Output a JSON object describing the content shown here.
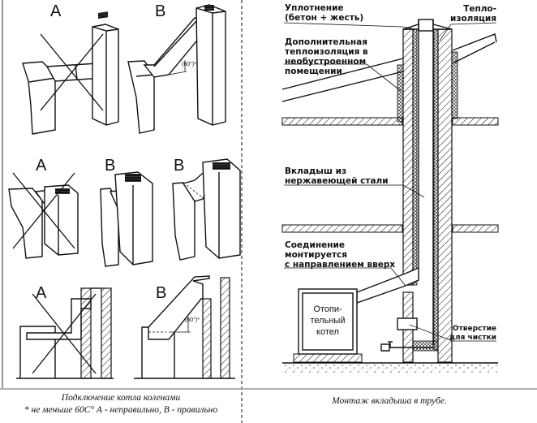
{
  "left_panel": {
    "row1": {
      "label_a": "A",
      "label_b": "B",
      "angle_b": "(60°)*"
    },
    "row2": {
      "label_a": "A",
      "label_b1": "B",
      "label_b2": "B"
    },
    "row3": {
      "label_a": "A",
      "label_b": "B",
      "angle_b": "(60°)*"
    },
    "caption_line1": "Подключение котла коленами",
    "caption_line2": "* не меньше 60С° А - неправильно,  В - правильно"
  },
  "right_panel": {
    "labels": {
      "seal_line1": "Уплотнение",
      "seal_line2": "(бетон + жесть)",
      "insulation_line1": "Тепло-",
      "insulation_line2": "изоляция",
      "extra_insulation_line1": "Дополнительная",
      "extra_insulation_line2": "теплоизоляция в",
      "extra_insulation_line3": "необустроенном",
      "extra_insulation_line4": "помещении",
      "liner_line1": "Вкладыш из",
      "liner_line2": "нержавеющей стали",
      "joint_line1": "Соединение",
      "joint_line2": "монтируется",
      "joint_line3": "с направлением вверх",
      "cleanout_line1": "Отверстие",
      "cleanout_line2": "для чистки",
      "boiler_line1": "Отопи-",
      "boiler_line2": "тельный",
      "boiler_line3": "котел"
    },
    "caption": "Монтаж вкладыша в трубе."
  }
}
